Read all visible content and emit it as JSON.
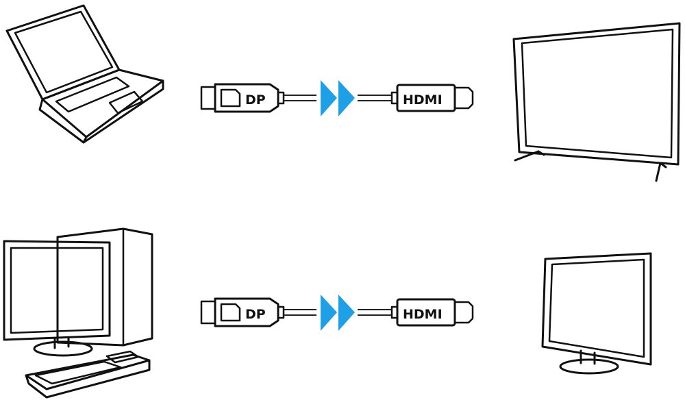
{
  "connections": [
    {
      "source_connector_label": "DP",
      "target_connector_label": "HDMI",
      "source_device": "laptop-icon",
      "target_device": "tv-icon"
    },
    {
      "source_connector_label": "DP",
      "target_connector_label": "HDMI",
      "source_device": "desktop-computer-icon",
      "target_device": "monitor-icon"
    }
  ],
  "colors": {
    "arrow": "#1ea0e6",
    "line": "#111111",
    "background": "#ffffff"
  }
}
